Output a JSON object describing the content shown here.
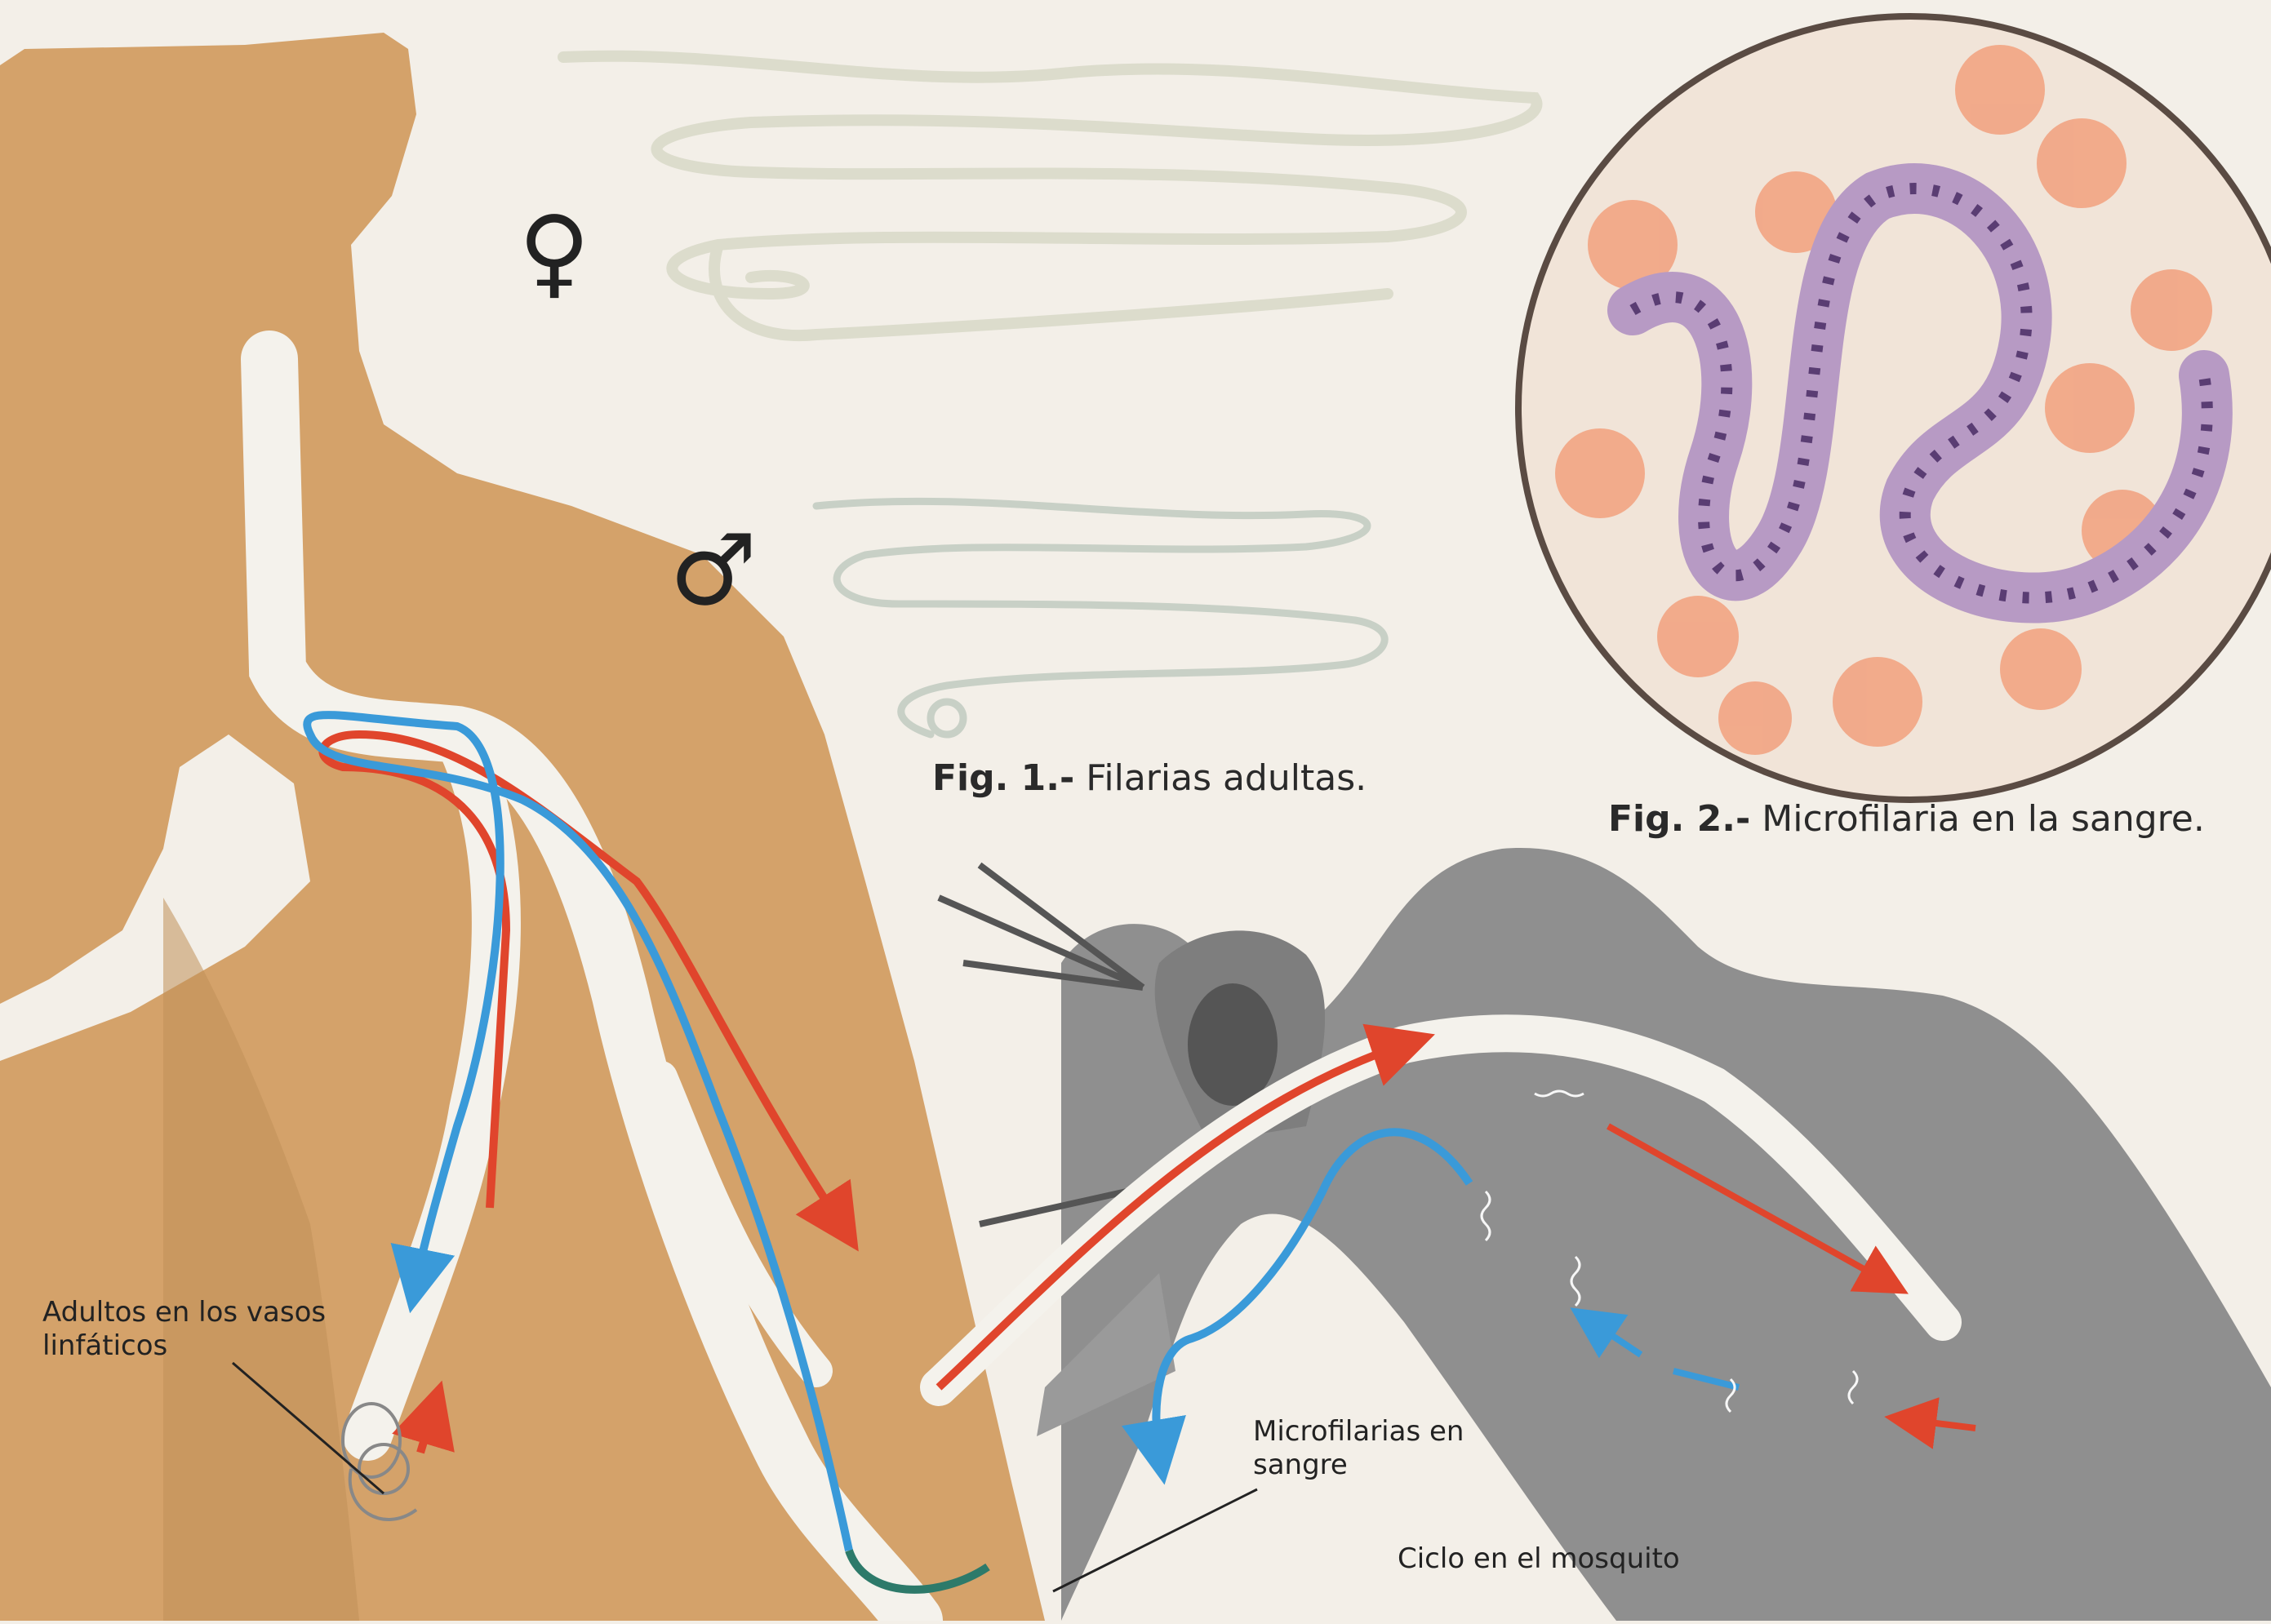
{
  "figure1": {
    "prefix": "Fig. 1.-",
    "text": "Filarias adultas."
  },
  "figure2": {
    "prefix": "Fig. 2.-",
    "text": "Microfilaria en la sangre."
  },
  "labels": {
    "adults_line1": "Adultos en los vasos",
    "adults_line2": "linfáticos",
    "micro_line1": "Microfilarias en",
    "micro_line2": "sangre",
    "cycle": "Ciclo en el mosquito"
  },
  "symbols": {
    "female": "♀",
    "male": "♂"
  },
  "colors": {
    "skin": "#d4a26a",
    "vessel": "#f4f2ec",
    "red_flow": "#e0452c",
    "blue_flow": "#3a9ad9",
    "mosquito": "#8f8f8f",
    "rbc": "#f2a483",
    "worm": "#b79ac4"
  }
}
